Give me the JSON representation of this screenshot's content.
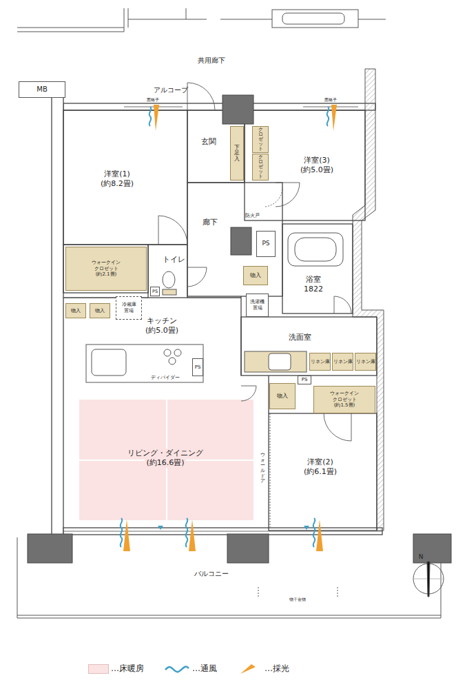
{
  "diagram": {
    "nodes": [
      {
        "text": [
          "MB"
        ]
      },
      {
        "text": [
          "洋室(1)",
          "(約8.2畳)"
        ]
      },
      {
        "text": [
          "玄関"
        ]
      },
      {
        "text": [
          "下足入"
        ]
      },
      {
        "text": [
          "クロゼット"
        ]
      },
      {
        "text": [
          "クロゼット"
        ]
      },
      {
        "text": [
          "洋室(3)",
          "(約5.0畳)"
        ]
      },
      {
        "text": [
          "廊下"
        ]
      },
      {
        "text": [
          "PS"
        ]
      },
      {
        "text": [
          "ウォークイン クロゼット",
          "(約2.1畳)"
        ]
      },
      {
        "text": [
          "トイレ"
        ]
      },
      {
        "text": [
          "PS"
        ]
      },
      {
        "text": [
          "物入"
        ]
      },
      {
        "text": [
          "浴室",
          "1822"
        ]
      },
      {
        "text": [
          "物入"
        ]
      },
      {
        "text": [
          "物入"
        ]
      },
      {
        "text": [
          "冷蔵庫 置場"
        ]
      },
      {
        "text": [
          "洗濯機 置場"
        ]
      },
      {
        "text": [
          "キッチン",
          "(約5.0畳)"
        ]
      },
      {
        "text": [
          "洗面室"
        ]
      },
      {
        "text": [
          "リネン庫"
        ]
      },
      {
        "text": [
          "リネン庫"
        ]
      },
      {
        "text": [
          "リネン庫"
        ]
      },
      {
        "text": [
          "PS"
        ]
      },
      {
        "text": [
          "物入"
        ]
      },
      {
        "text": [
          "PS"
        ]
      },
      {
        "text": [
          "ウォークイン クロゼット",
          "(約1.5畳)"
        ]
      },
      {
        "text": [
          "リビング・ダイニング",
          "(約16.6畳)"
        ]
      },
      {
        "text": [
          "洋室(2)",
          "(約6.1畳)"
        ]
      }
    ],
    "labels": [
      "共用廊下",
      "アルコーブ",
      "面格子",
      "面格子",
      "防火戸",
      "ディバイダー",
      "ウォールドア",
      "バルコニー",
      "物干金物",
      "N"
    ],
    "legend": [
      {
        "text": "…床暖房",
        "color": "#fbe3e3"
      },
      {
        "text": "…通風"
      },
      {
        "text": "…採光"
      }
    ]
  }
}
